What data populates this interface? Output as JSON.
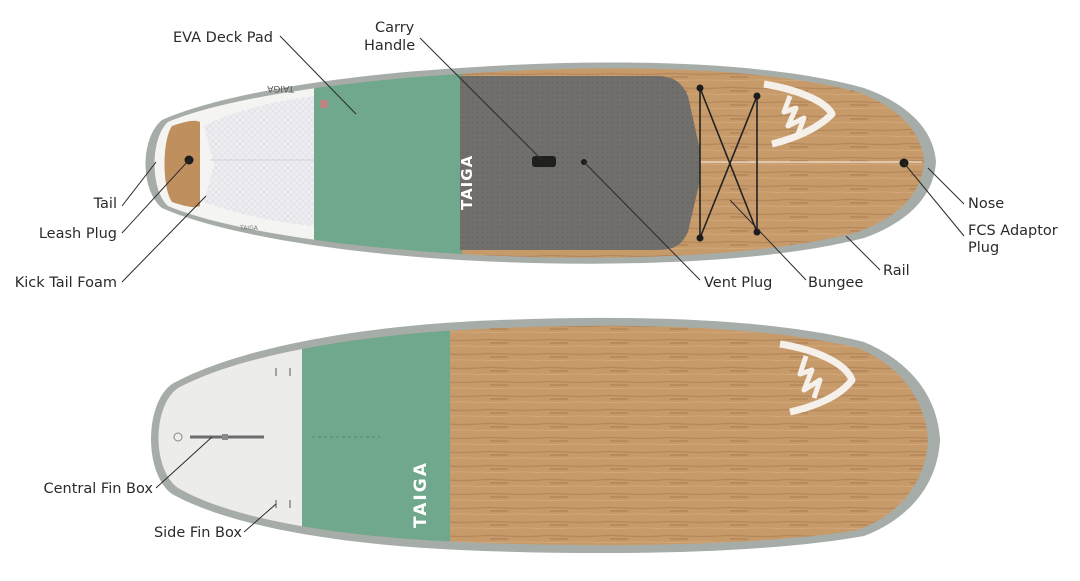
{
  "brand": "TAIGA",
  "colors": {
    "wood": "#c79a6a",
    "wood_grain": "#b0825a",
    "green": "#6fa88c",
    "deck_grey": "#6e6d6a",
    "rail": "#a6ada8",
    "white": "#f4f4f2",
    "kick": "#e6e6ea",
    "line": "#2b2b2b"
  },
  "labels": {
    "eva_deck_pad": "EVA Deck Pad",
    "carry_handle_1": "Carry",
    "carry_handle_2": "Handle",
    "tail": "Tail",
    "leash_plug": "Leash Plug",
    "kick_tail_foam": "Kick Tail Foam",
    "vent_plug": "Vent Plug",
    "bungee": "Bungee",
    "rail": "Rail",
    "nose": "Nose",
    "fcs_adaptor_plug_1": "FCS Adaptor",
    "fcs_adaptor_plug_2": "Plug",
    "central_fin_box": "Central Fin Box",
    "side_fin_box": "Side Fin Box"
  },
  "icons": {
    "logo": "taiga-tree-logo"
  }
}
